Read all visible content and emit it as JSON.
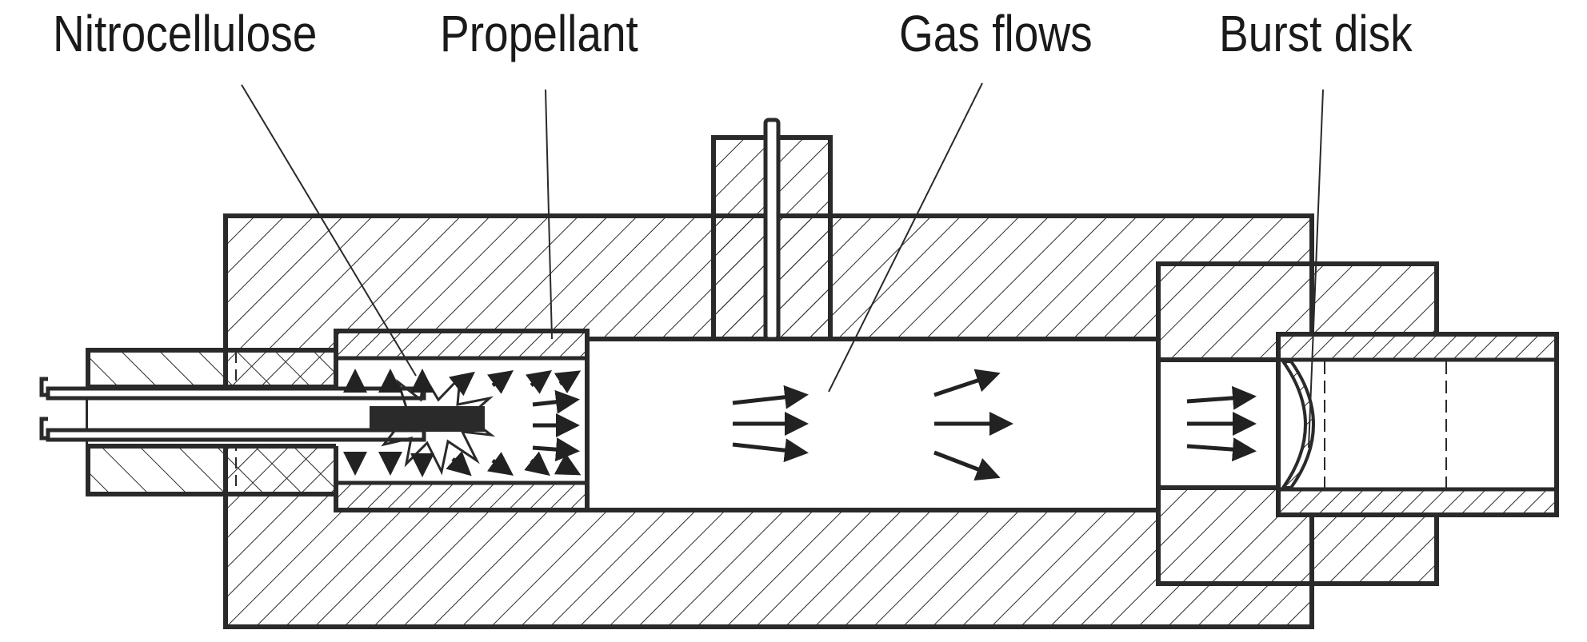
{
  "labels": {
    "nitrocellulose": "Nitrocellulose",
    "propellant": "Propellant",
    "gas_flows": "Gas flows",
    "burst_disk": "Burst disk"
  },
  "colors": {
    "stroke": "#2a2a2a",
    "hatch": "#2a2a2a",
    "background": "#ffffff"
  }
}
